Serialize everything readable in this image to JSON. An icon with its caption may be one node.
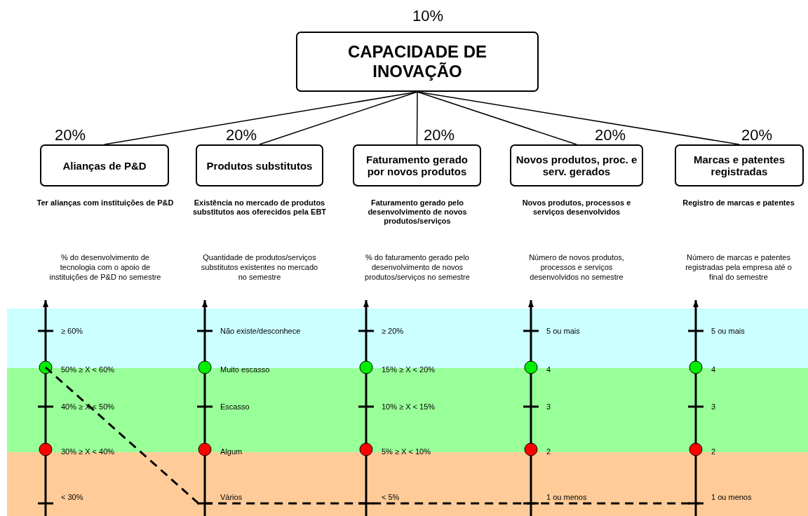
{
  "diagram": {
    "nodes": [
      {
        "text": [
          "CAPACIDADE DE INOVAÇÃO"
        ],
        "beside": [
          "10%"
        ]
      },
      {
        "text": [
          "Alianças de P&D"
        ],
        "beside": [
          "20%"
        ]
      },
      {
        "text": [
          "Produtos substitutos"
        ],
        "beside": [
          "20%"
        ]
      },
      {
        "text": [
          "Faturamento gerado por novos produtos"
        ],
        "beside": [
          "20%"
        ]
      },
      {
        "text": [
          "Novos produtos, proc. e serv. gerados"
        ],
        "beside": [
          "20%"
        ]
      },
      {
        "text": [
          "Marcas e patentes registradas"
        ],
        "beside": [
          "20%"
        ]
      }
    ],
    "edges": [
      {
        "from": 0,
        "to": 1,
        "arrow": "none"
      },
      {
        "from": 0,
        "to": 2,
        "arrow": "none"
      },
      {
        "from": 0,
        "to": 3,
        "arrow": "none"
      },
      {
        "from": 0,
        "to": 4,
        "arrow": "none"
      },
      {
        "from": 0,
        "to": 5,
        "arrow": "none"
      }
    ],
    "labels": [
      "Ter alianças com instituições de P&D",
      "Existência no mercado de produtos substitutos aos oferecidos pela EBT",
      "Faturamento gerado pelo desenvolvimento de novos produtos/serviços",
      "Novos produtos, processos e serviços desenvolvidos",
      "Registro de marcas e patentes",
      "% do desenvolvimento de tecnologia com o apoio de instituições de P&D no semestre",
      "Quantidade de produtos/serviços substitutos existentes no mercado no semestre",
      "% do faturamento gerado pelo desenvolvimento de novos produtos/serviços no semestre",
      "Número de novos produtos, processos e serviços desenvolvidos no semestre",
      "Número de marcas e patentes registradas pela empresa até o final do semestre",
      "≥ 60%",
      "Não existe/desconhece",
      "≥ 20%",
      "5 ou mais",
      "5 ou mais",
      "50% ≥ X < 60%",
      "Muito escasso",
      "15% ≥ X < 20%",
      "4",
      "4",
      "40% ≥ X < 50%",
      "Escasso",
      "10% ≥ X < 15%",
      "3",
      "3",
      "30% ≥ X < 40%",
      "Algum",
      "5% ≥ X < 10%",
      "2",
      "2",
      "< 30%",
      "Vários",
      "< 5%",
      "1 ou menos",
      "1 ou menos"
    ]
  }
}
